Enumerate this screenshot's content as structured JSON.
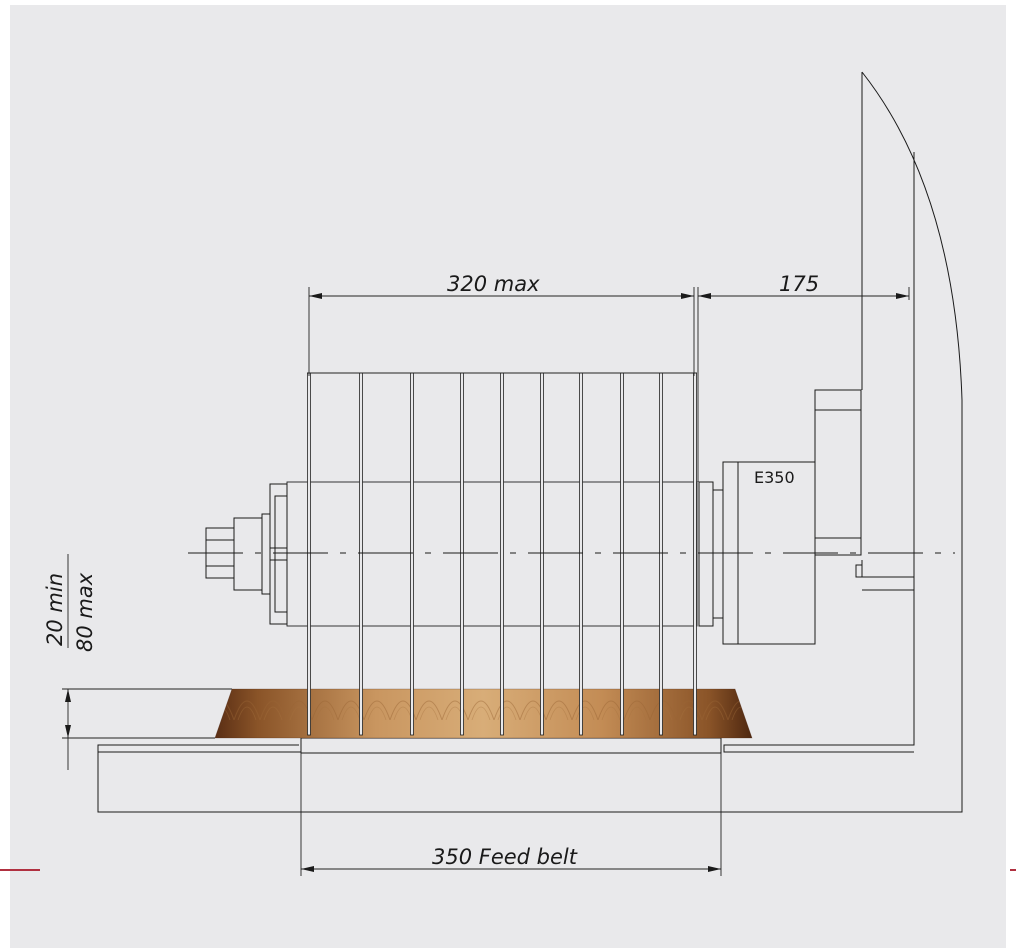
{
  "dimensions": {
    "width_max": "320 max",
    "offset": "175",
    "height_min": "20 min",
    "height_max": "80 max",
    "feed_belt": "350 Feed belt"
  },
  "labels": {
    "motor": "E350"
  },
  "colors": {
    "background": "#e9e9eb",
    "line": "#1a1a1a",
    "accent": "#b03040",
    "wood_light": "#c9975e",
    "wood_dark": "#6b3a1e"
  }
}
